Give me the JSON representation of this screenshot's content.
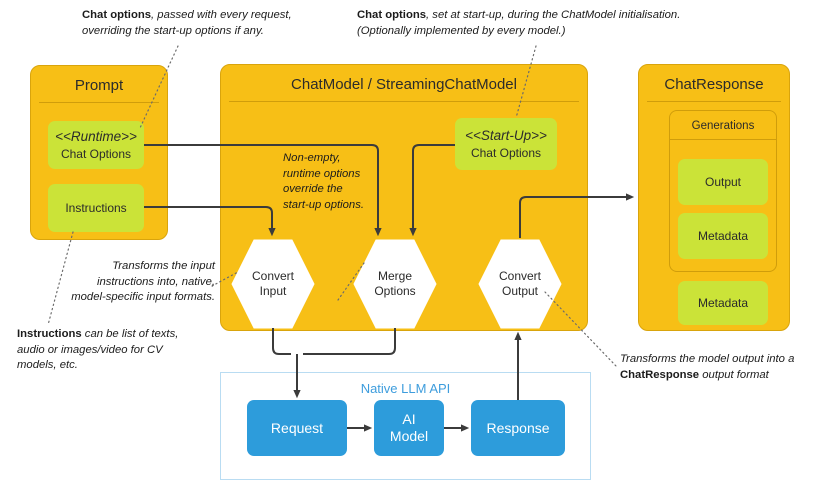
{
  "diagram": {
    "title": "ChatModel / StreamingChatModel architecture",
    "colors": {
      "panel_fill": "#f7bf16",
      "panel_stroke": "#d9a40c",
      "chip_fill": "#cbe338",
      "blue_fill": "#2d9cdb",
      "api_border": "#b9dcf2",
      "api_title": "#3e9ddd",
      "wire": "#3b3b3b",
      "leader": "#6b6b6b"
    }
  },
  "prompt_panel": {
    "title": "Prompt",
    "runtime_chip": {
      "stereotype": "<<Runtime>>",
      "label": "Chat Options"
    },
    "instructions_chip": {
      "label": "Instructions"
    }
  },
  "chatmodel_panel": {
    "title": "ChatModel / StreamingChatModel",
    "startup_chip": {
      "stereotype": "<<Start-Up>>",
      "label": "Chat Options"
    },
    "inline_note": "Non-empty,\nruntime options\noverride the\nstart-up options.",
    "hexagons": [
      {
        "name": "convert-input",
        "line1": "Convert",
        "line2": "Input"
      },
      {
        "name": "merge-options",
        "line1": "Merge",
        "line2": "Options"
      },
      {
        "name": "convert-output",
        "line1": "Convert",
        "line2": "Output"
      }
    ]
  },
  "chatresponse_panel": {
    "title": "ChatResponse",
    "generations_group": {
      "title": "Generations",
      "chips": [
        "Output",
        "Metadata"
      ]
    },
    "metadata_chip": "Metadata"
  },
  "native_api": {
    "title": "Native LLM API",
    "boxes": [
      {
        "name": "request",
        "line1": "Request",
        "line2": ""
      },
      {
        "name": "ai-model",
        "line1": "AI",
        "line2": "Model"
      },
      {
        "name": "response",
        "line1": "Response",
        "line2": ""
      }
    ]
  },
  "annotations": {
    "runtime_options": {
      "bold": "Chat options",
      "rest": ", passed with every  request, overriding the start-up options if any."
    },
    "startup_options": {
      "bold": "Chat options",
      "rest": ", set at start-up, during  the ChatModel initialisation. (Optionally implemented by every model.)"
    },
    "convert_input": {
      "text": "Transforms the input instructions into, native, model-specific input formats."
    },
    "instructions": {
      "bold": "Instructions",
      "rest": " can be list of texts, audio or images/video for CV models, etc."
    },
    "convert_output": {
      "pre": "Transforms the model output into  a ",
      "bold": "ChatResponse",
      "post": " output format"
    }
  }
}
